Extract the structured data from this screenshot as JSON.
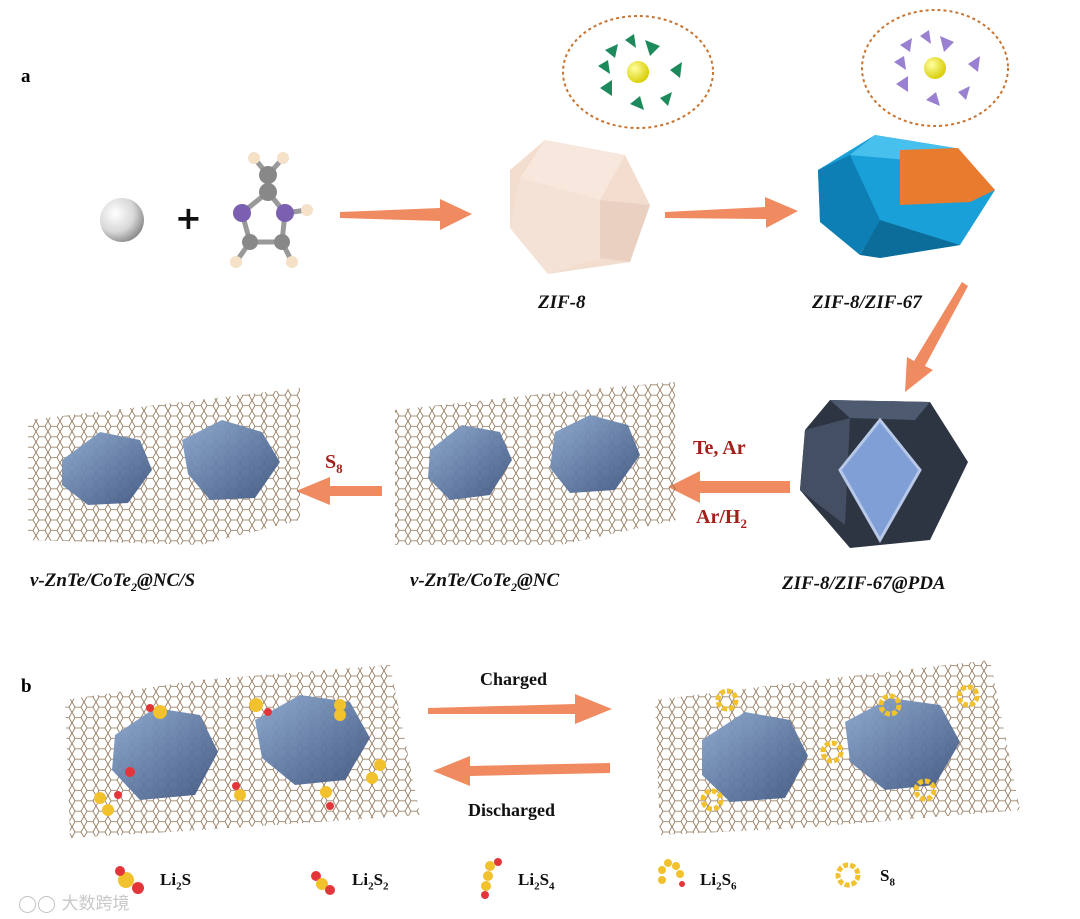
{
  "panels": {
    "a": "a",
    "b": "b"
  },
  "captions": {
    "zif8": "ZIF-8",
    "zif8_zif67": "ZIF-8/ZIF-67",
    "pda": "ZIF-8/ZIF-67@PDA",
    "nc_pre": "v-ZnTe/CoTe",
    "nc_sub": "2",
    "nc_post": "@NC",
    "ncs_pre": "v-ZnTe/CoTe",
    "ncs_sub": "2",
    "ncs_post": "@NC/S"
  },
  "conditions": {
    "te_ar": "Te, Ar",
    "ar_h2_pre": "Ar/H",
    "ar_h2_sub": "2",
    "s8_pre": "S",
    "s8_sub": "8"
  },
  "arrows": {
    "charged": "Charged",
    "discharged": "Discharged"
  },
  "legend": [
    {
      "main": "Li",
      "sub": "2",
      "tail": "S",
      "tail_sub": ""
    },
    {
      "main": "Li",
      "sub": "2",
      "tail": "S",
      "tail_sub": "2"
    },
    {
      "main": "Li",
      "sub": "2",
      "tail": "S",
      "tail_sub": "4"
    },
    {
      "main": "Li",
      "sub": "2",
      "tail": "S",
      "tail_sub": "6"
    },
    {
      "main": "S",
      "sub": "8",
      "tail": "",
      "tail_sub": ""
    }
  ],
  "watermark": "大数跨境",
  "colors": {
    "arrow": "#f08a60",
    "condition_text": "#a3201a",
    "zif8": "#f3ddcf",
    "zif67_shell": "#1aa0d8",
    "zif67_face": "#e87b2e",
    "pda_shell": "#3a4252",
    "pda_face": "#7f9fd6",
    "sulfur": "#f2c12e",
    "lithium": "#e2363a"
  }
}
